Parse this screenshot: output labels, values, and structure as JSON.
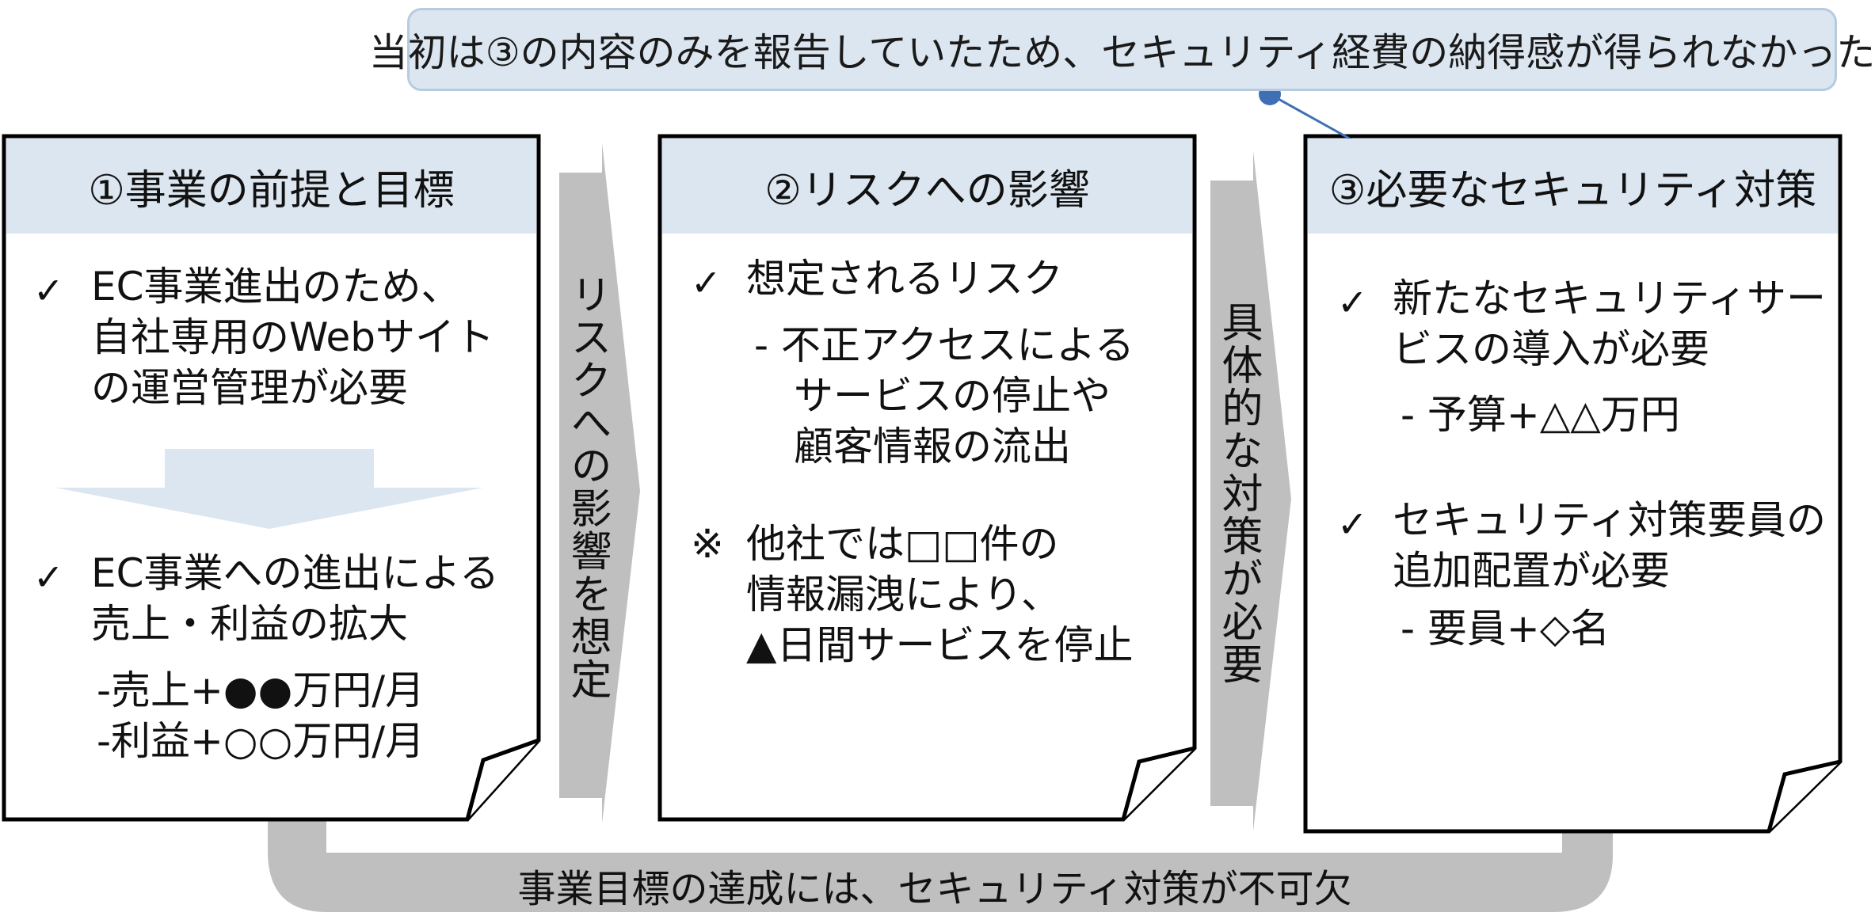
{
  "callout": {
    "text": "当初は③の内容のみを報告していたため、セキュリティ経費の納得感が得られなかった"
  },
  "box1": {
    "title": "①事業の前提と目標",
    "check_mark": "✓",
    "item1_lines": [
      "EC事業進出のため、",
      "自社専用のWebサイト",
      "の運営管理が必要"
    ],
    "item2_lines": [
      "EC事業への進出による",
      "売上・利益の拡大"
    ],
    "sub_lines": [
      "-売上+●●万円/月",
      "-利益+○○万円/月"
    ]
  },
  "arrow1": {
    "label": "リスクへの影響を想定"
  },
  "box2": {
    "title": "②リスクへの影響",
    "check_mark": "✓",
    "item1": "想定されるリスク",
    "sub_lines": [
      "- 不正アクセスによる",
      "サービスの停止や",
      "顧客情報の流出"
    ],
    "note_mark": "※",
    "note_lines": [
      "他社では□□件の",
      "情報漏洩により、",
      "▲日間サービスを停止"
    ]
  },
  "arrow2": {
    "label": "具体的な対策が必要"
  },
  "box3": {
    "title": "③必要なセキュリティ対策",
    "check_mark": "✓",
    "item1_lines": [
      "新たなセキュリティサー",
      "ビスの導入が必要"
    ],
    "item1_sub": "- 予算+△△万円",
    "item2_lines": [
      "セキュリティ対策要員の",
      "追加配置が必要"
    ],
    "item2_sub": "- 要員+◇名"
  },
  "bottom": {
    "text": "事業目標の達成には、セキュリティ対策が不可欠"
  },
  "colors": {
    "header_fill": "#dce6f0",
    "arrow_gray": "#bfbfbf",
    "callout_fill": "#dce6f0",
    "connector": "#3f6fb4"
  }
}
